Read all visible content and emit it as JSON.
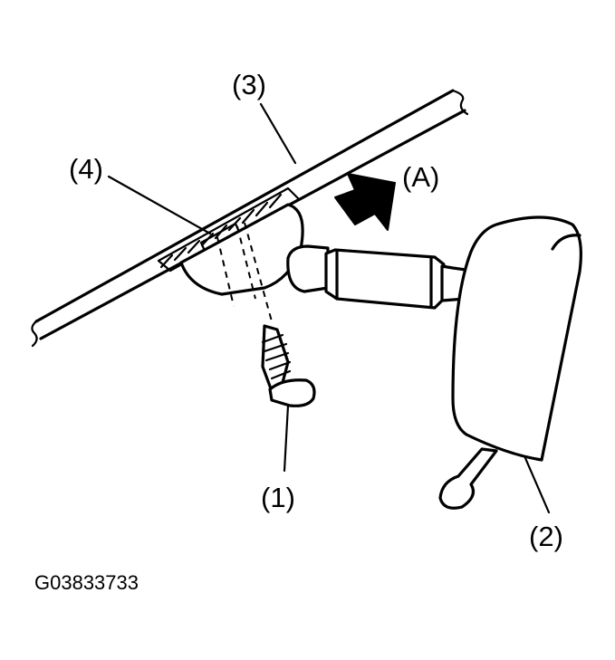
{
  "labels": {
    "screw": "(1)",
    "mirror": "(2)",
    "windshield": "(3)",
    "base": "(4)",
    "direction": "(A)"
  },
  "figure_code": "G03833733",
  "colors": {
    "ink": "#000000",
    "paper": "#ffffff"
  }
}
